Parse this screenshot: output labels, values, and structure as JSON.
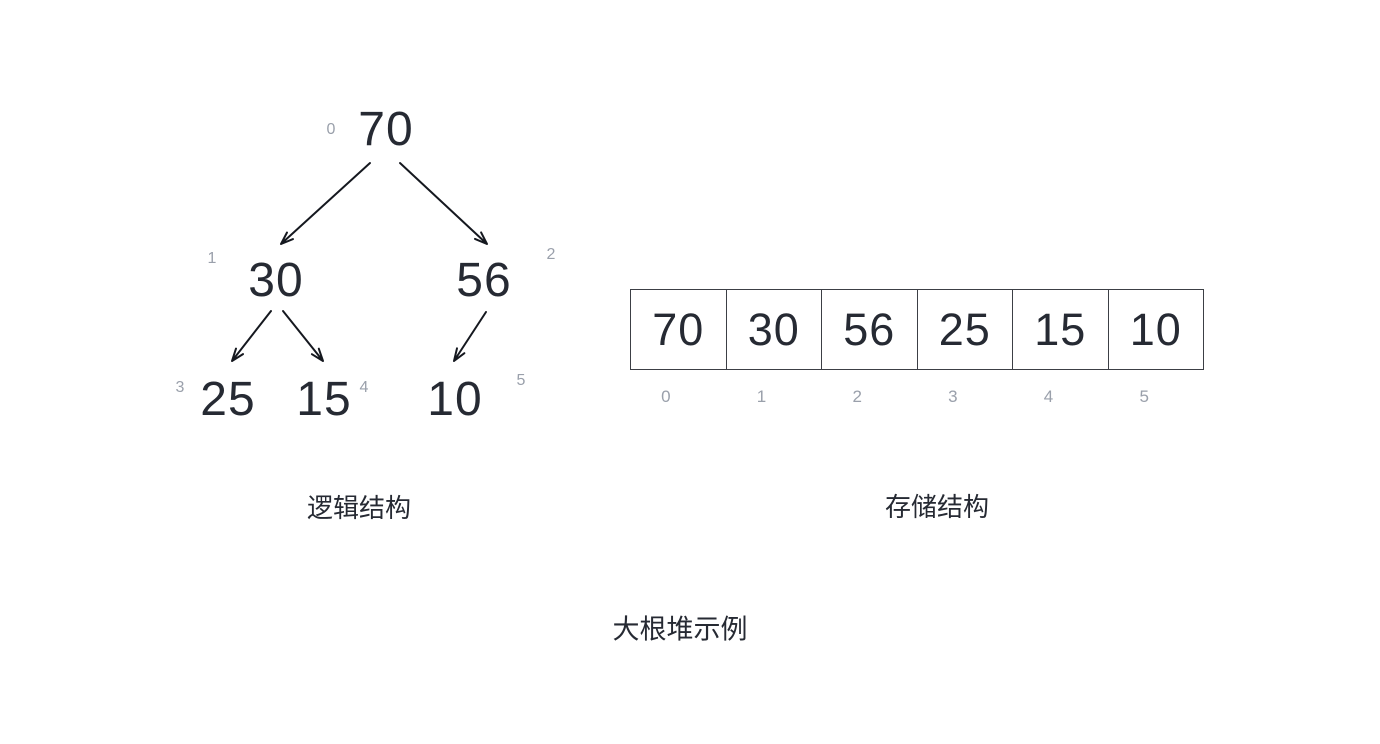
{
  "title": "大根堆示例",
  "tree": {
    "label": "逻辑结构",
    "nodes": [
      {
        "index": "0",
        "value": "70"
      },
      {
        "index": "1",
        "value": "30"
      },
      {
        "index": "2",
        "value": "56"
      },
      {
        "index": "3",
        "value": "25"
      },
      {
        "index": "4",
        "value": "15"
      },
      {
        "index": "5",
        "value": "10"
      }
    ],
    "edges": [
      [
        0,
        1
      ],
      [
        0,
        2
      ],
      [
        1,
        3
      ],
      [
        1,
        4
      ],
      [
        2,
        5
      ]
    ]
  },
  "array": {
    "label": "存储结构",
    "cells": [
      {
        "index": "0",
        "value": "70"
      },
      {
        "index": "1",
        "value": "30"
      },
      {
        "index": "2",
        "value": "56"
      },
      {
        "index": "3",
        "value": "25"
      },
      {
        "index": "4",
        "value": "15"
      },
      {
        "index": "5",
        "value": "10"
      }
    ]
  },
  "colors": {
    "text": "#262a33",
    "muted_index": "#9aa0ab",
    "edge": "#15181f",
    "cell_border": "#3c3f45",
    "background": "#ffffff"
  }
}
